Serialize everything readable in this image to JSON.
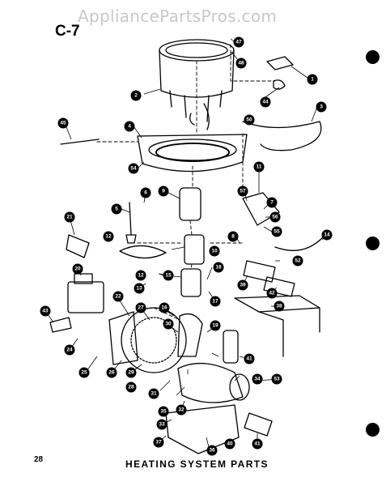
{
  "watermark": "AppliancePartsPros.com",
  "page_id": "C-7",
  "title": "HEATING SYSTEM PARTS",
  "page_number": "28",
  "callouts": [
    "47",
    "48",
    "1",
    "2",
    "44",
    "3",
    "45",
    "50",
    "4",
    "54",
    "11",
    "57",
    "7",
    "56",
    "55",
    "6",
    "9",
    "5",
    "21",
    "12",
    "10",
    "14",
    "8",
    "13",
    "15",
    "18",
    "52",
    "20",
    "12",
    "39",
    "42",
    "17",
    "16",
    "38",
    "43",
    "22",
    "27",
    "30",
    "19",
    "24",
    "41",
    "25",
    "26",
    "28",
    "31",
    "34",
    "53",
    "29",
    "32",
    "33",
    "35",
    "36",
    "40",
    "37",
    "41"
  ]
}
